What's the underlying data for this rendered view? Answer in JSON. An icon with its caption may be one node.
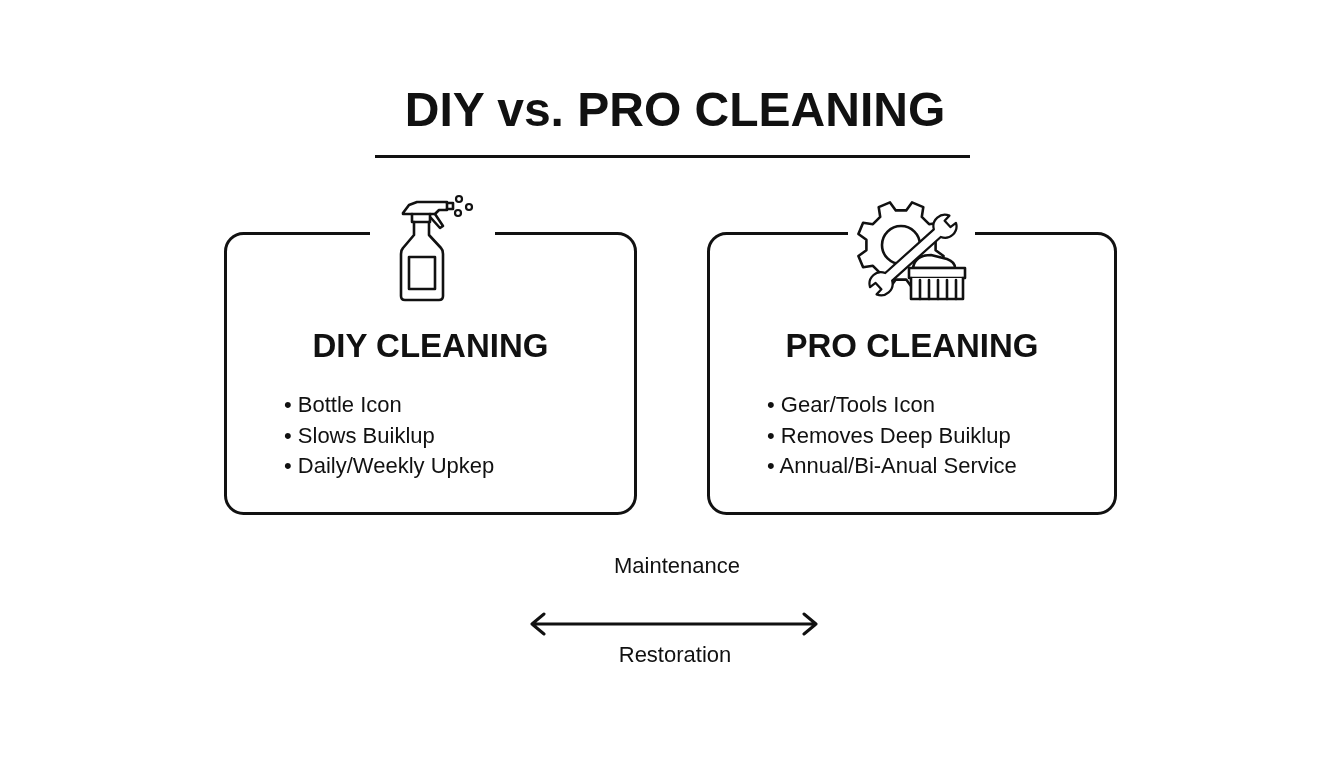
{
  "diagram": {
    "title": "DIY vs. PRO CLEANING",
    "nodes": [
      {
        "text": [
          "DIY CLEANING",
          "• Bottle Icon",
          "• Slows Buiklup",
          "• Daily/Weekly Upkep"
        ]
      },
      {
        "text": [
          "PRO CLEANING",
          "• Gear/Tools Icon",
          "• Removes Deep Buiklup",
          "• Annual/Bi-Anual Service"
        ]
      }
    ],
    "labels": [
      "Maintenance",
      "Restoration"
    ]
  }
}
